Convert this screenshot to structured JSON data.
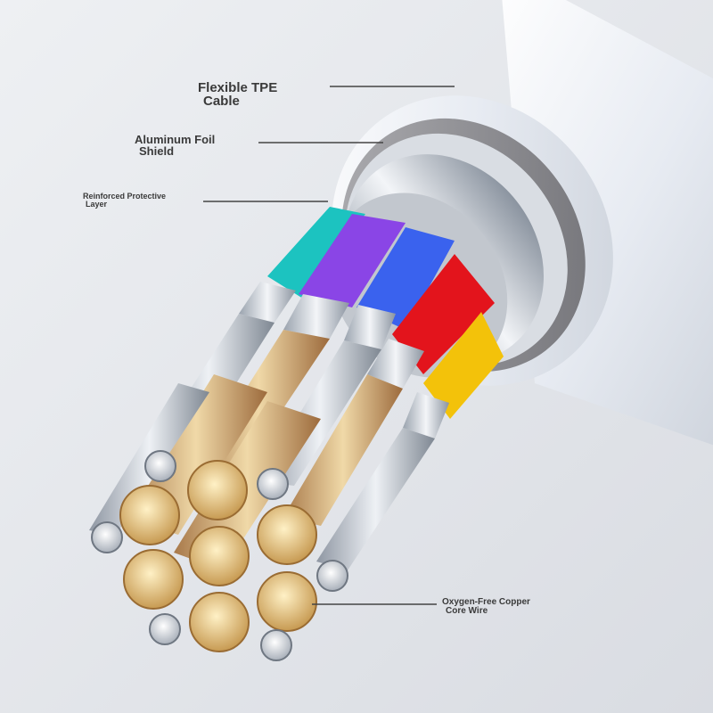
{
  "labels": {
    "tpe": {
      "line1": "Flexible TPE",
      "line2": "Cable"
    },
    "foil": {
      "line1": "Aluminum Foil",
      "line2": "Shield"
    },
    "layer": {
      "line1": "Reinforced Protective",
      "line2": "Layer"
    },
    "copper": {
      "line1": "Oxygen-Free Copper",
      "line2": "Core Wire"
    }
  },
  "colors": {
    "background": "#e6e8ec",
    "jacket": "#dfe3ea",
    "shield_ring": "#8f8f93",
    "insulation": [
      "#1cc3c0",
      "#8a45e6",
      "#3a62ee",
      "#e3141c",
      "#f3c20a"
    ],
    "copper": "#d7b772",
    "silver": "#c9ced6"
  }
}
